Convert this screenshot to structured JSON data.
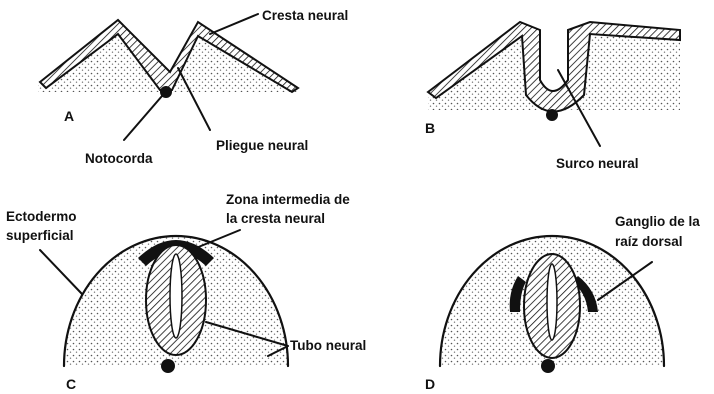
{
  "figure": {
    "panels": [
      {
        "id": "A",
        "labels": [
          "Cresta neural",
          "Notocorda",
          "Pliegue neural"
        ]
      },
      {
        "id": "B",
        "labels": [
          "Surco neural"
        ]
      },
      {
        "id": "C",
        "labels": [
          "Ectodermo",
          "superficial",
          "Zona intermedia de",
          "la cresta neural",
          "Tubo neural"
        ]
      },
      {
        "id": "D",
        "labels": [
          "Ganglio de la",
          "raíz dorsal"
        ]
      }
    ]
  },
  "colors": {
    "ink": "#111111",
    "background": "#ffffff",
    "stipple": "#666666"
  }
}
